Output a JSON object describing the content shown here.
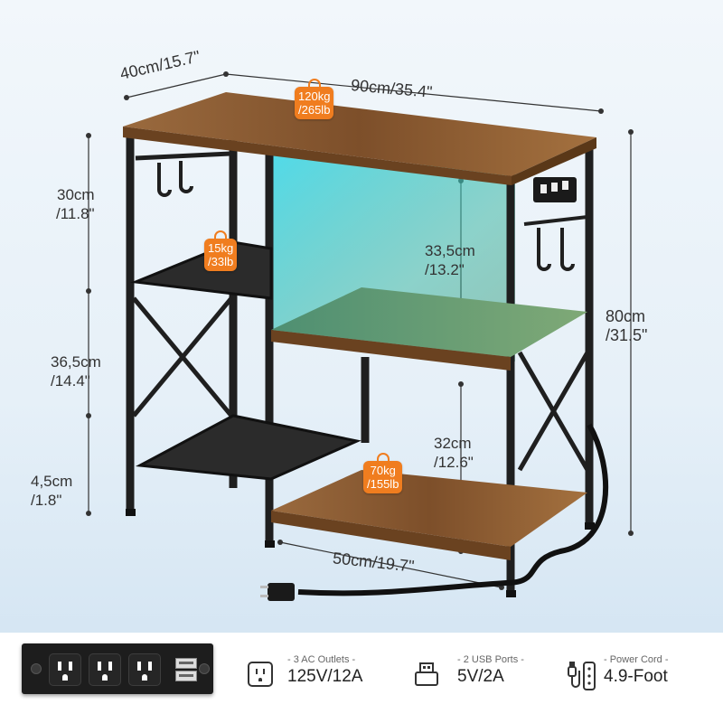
{
  "dimensions": {
    "depth": "40cm/15.7\"",
    "width": "90cm/35.4\"",
    "top_gap": [
      "30cm",
      "/11.8\""
    ],
    "mid_gap": [
      "36,5cm",
      "/14.4\""
    ],
    "bottom_gap": [
      "4,5cm",
      "/1.8\""
    ],
    "upper_shelf_gap": [
      "33,5cm",
      "/13.2\""
    ],
    "lower_shelf_gap": [
      "32cm",
      "/12.6\""
    ],
    "height": [
      "80cm",
      "/31.5\""
    ],
    "shelf_width": "50cm/19.7\""
  },
  "load_tags": {
    "top": [
      "120kg",
      "/265lb"
    ],
    "mesh": [
      "15kg",
      "/33lb"
    ],
    "bottom": [
      "70kg",
      "/155lb"
    ]
  },
  "specs": [
    {
      "caption": "- 3 AC Outlets -",
      "value": "125V/12A",
      "icon": "ac-outlet-icon"
    },
    {
      "caption": "- 2 USB Ports -",
      "value": "5V/2A",
      "icon": "usb-port-icon"
    },
    {
      "caption": "- Power Cord -",
      "value": "4.9-Foot",
      "icon": "power-cord-icon"
    }
  ],
  "colors": {
    "tag": "#f07d1f",
    "wood": "#8a5a32",
    "frame": "#1f1f1f",
    "led": "#38c9d8"
  }
}
